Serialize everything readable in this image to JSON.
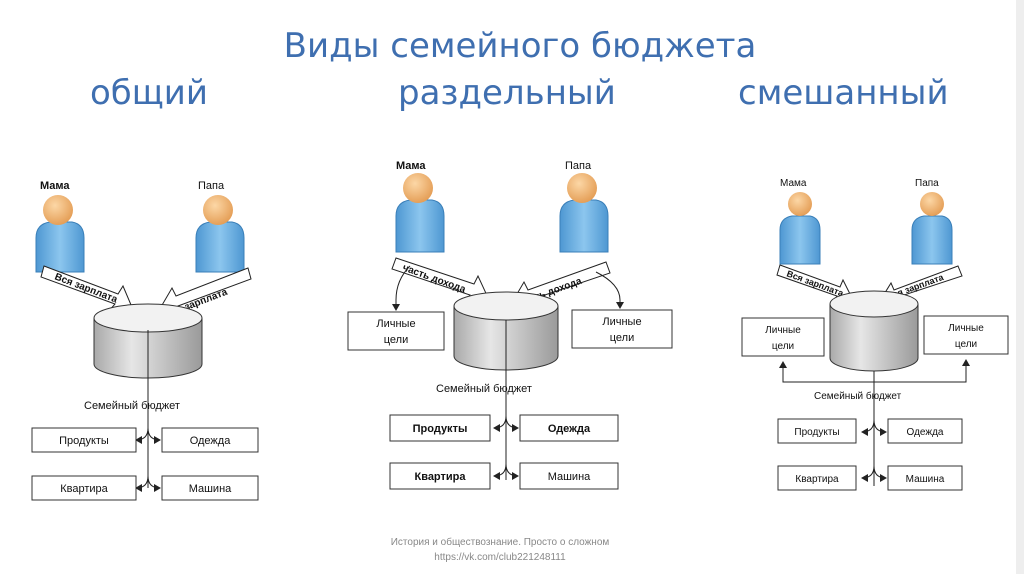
{
  "title": "Виды семейного бюджета",
  "types": [
    "общий",
    "раздельный",
    "смешанный"
  ],
  "diagrams": [
    {
      "mother": "Мама",
      "father": "Папа",
      "arrow_left": "Вся зарплата",
      "arrow_right": "Вся зарплата",
      "budget": "Семейный бюджет",
      "expenses": [
        "Продукты",
        "Одежда",
        "Квартира",
        "Машина"
      ]
    },
    {
      "mother": "Мама",
      "father": "Папа",
      "arrow_left": "часть дохода",
      "arrow_right": "часть дохода",
      "personal_left": [
        "Личные",
        "цели"
      ],
      "personal_right": [
        "Личные",
        "цели"
      ],
      "budget": "Семейный бюджет",
      "expenses": [
        "Продукты",
        "Одежда",
        "Квартира",
        "Машина"
      ]
    },
    {
      "mother": "Мама",
      "father": "Папа",
      "arrow_left": "Вся зарплата",
      "arrow_right": "Вся зарплата",
      "personal_left": [
        "Личные",
        "цели"
      ],
      "personal_right": [
        "Личные",
        "цели"
      ],
      "budget": "Семейный бюджет",
      "expenses": [
        "Продукты",
        "Одежда",
        "Квартира",
        "Машина"
      ]
    }
  ],
  "footer": {
    "line1": "История и обществознание. Просто о сложном",
    "line2": "https://vk.com/club221248111"
  },
  "colors": {
    "title": "#3f6fb0",
    "person_head": "#f2b06a",
    "person_body": "#6aaee0",
    "cylinder": "#d0d0d0"
  }
}
